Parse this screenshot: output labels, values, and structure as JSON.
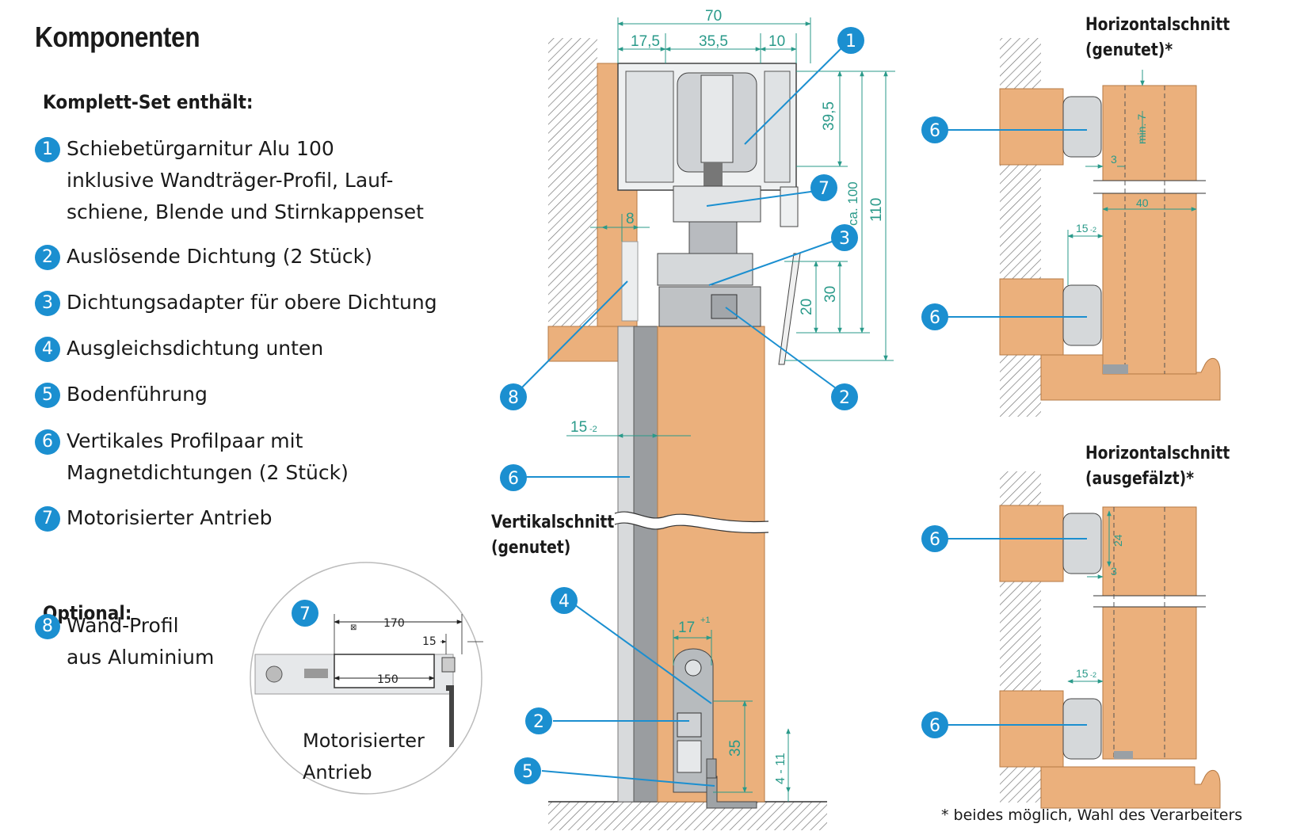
{
  "title": "Komponenten",
  "set_heading": "Komplett-Set enthält:",
  "items": [
    {
      "num": "1",
      "lines": [
        "Schiebetürgarnitur Alu 100",
        "inklusive Wandträger-Profil, Lauf-",
        "schiene, Blende und Stirnkappenset"
      ]
    },
    {
      "num": "2",
      "lines": [
        "Auslösende Dichtung (2 Stück)"
      ]
    },
    {
      "num": "3",
      "lines": [
        "Dichtungsadapter für obere Dichtung"
      ]
    },
    {
      "num": "4",
      "lines": [
        "Ausgleichsdichtung unten"
      ]
    },
    {
      "num": "5",
      "lines": [
        "Bodenführung"
      ]
    },
    {
      "num": "6",
      "lines": [
        "Vertikales Profilpaar mit",
        "Magnetdichtungen (2 Stück)"
      ]
    },
    {
      "num": "7",
      "lines": [
        "Motorisierter Antrieb"
      ]
    }
  ],
  "optional_heading": "Optional:",
  "optional_item": {
    "num": "8",
    "lines": [
      "Wand-Profil",
      "aus Aluminium"
    ]
  },
  "motor_detail": {
    "badge": "7",
    "dim_170": "170",
    "dim_15": "15",
    "dim_150": "150",
    "label_lines": [
      "Motorisierter",
      "Antrieb"
    ]
  },
  "vertical_section": {
    "title_lines": [
      "Vertikalschnitt",
      "(genutet)"
    ],
    "dims": {
      "d70": "70",
      "d17_5": "17,5",
      "d35_5": "35,5",
      "d10": "10",
      "d39_5": "39,5",
      "d100": "ca. 100",
      "d110": "110",
      "d8": "8",
      "d20": "20",
      "d30": "30",
      "d15": "15",
      "d15_tol": "-2",
      "d17": "17",
      "d17_tol": "+1",
      "d35": "35",
      "d4_11": "4 - 11"
    },
    "callouts": [
      "1",
      "7",
      "3",
      "8",
      "2",
      "6",
      "4",
      "2",
      "5"
    ]
  },
  "horizontal_genutet": {
    "title_lines": [
      "Horizontalschnitt",
      "(genutet)*"
    ],
    "dims": {
      "min7": "min. 7",
      "d3": "3",
      "d40": "40",
      "d15": "15",
      "d15_tol": "-2"
    },
    "callouts": [
      "6",
      "6"
    ]
  },
  "horizontal_ausgefaelzt": {
    "title_lines": [
      "Horizontalschnitt",
      "(ausgefälzt)*"
    ],
    "dims": {
      "d24": "24",
      "d3": "3",
      "d15": "15",
      "d15_tol": "-2"
    },
    "callouts": [
      "6",
      "6"
    ]
  },
  "footnote": "* beides möglich, Wahl des Verarbeiters",
  "colors": {
    "accent": "#1b8fd0",
    "dimension": "#2a9a8a",
    "wood": "#ebb07c",
    "aluminium": "#c8ccd0",
    "dark_gray": "#888"
  }
}
